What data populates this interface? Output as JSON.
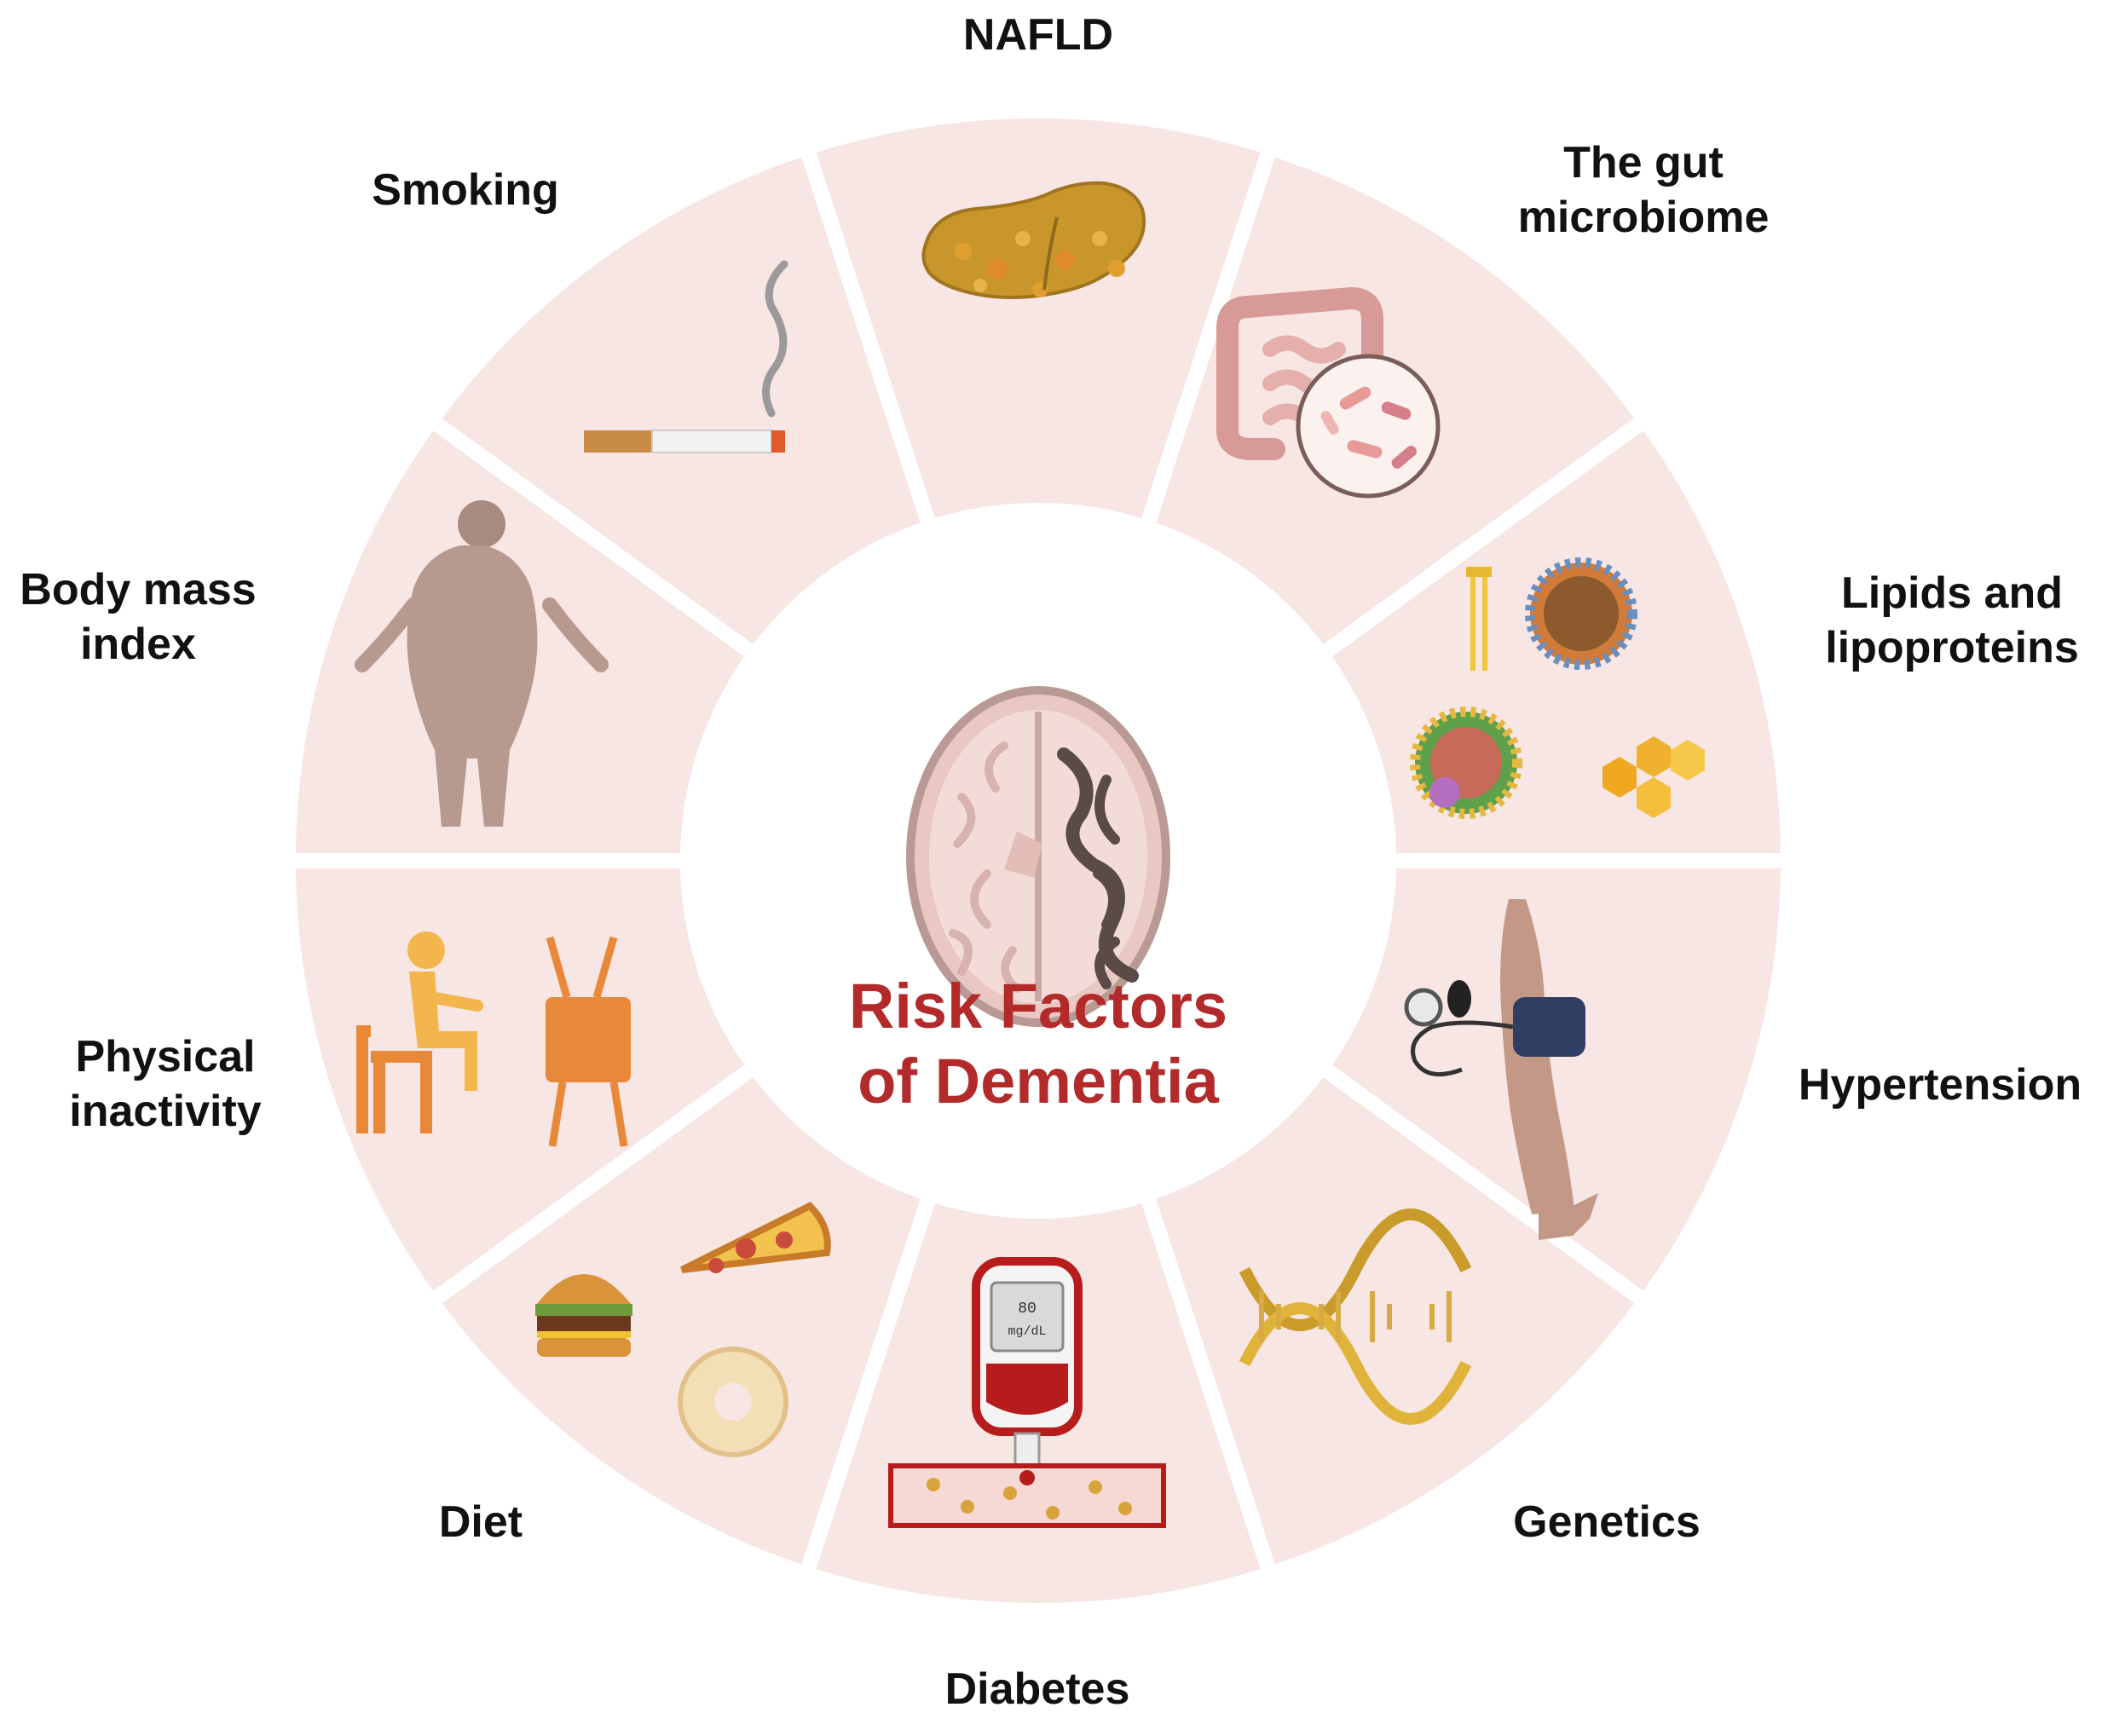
{
  "center": {
    "title": "Risk Factors\nof Dementia",
    "title_color": "#b22a2a"
  },
  "colors": {
    "segment_fill": "#f7e6e4",
    "gap": "#ffffff"
  },
  "factors": [
    {
      "id": "nafld",
      "label": "NAFLD",
      "icon": "fatty-liver-icon"
    },
    {
      "id": "gut",
      "label": "The gut\nmicrobiome",
      "icon": "intestine-bacteria-icon"
    },
    {
      "id": "lipids",
      "label": "Lipids and\nlipoproteins",
      "icon": "lipoprotein-icon"
    },
    {
      "id": "hypertension",
      "label": "Hypertension",
      "icon": "blood-pressure-cuff-icon"
    },
    {
      "id": "genetics",
      "label": "Genetics",
      "icon": "dna-helix-icon"
    },
    {
      "id": "diabetes",
      "label": "Diabetes",
      "icon": "glucose-meter-icon",
      "meter_value": "80",
      "meter_unit": "mg/dL"
    },
    {
      "id": "diet",
      "label": "Diet",
      "icon": "junk-food-icon"
    },
    {
      "id": "physical",
      "label": "Physical\ninactivity",
      "icon": "sedentary-tv-icon"
    },
    {
      "id": "bmi",
      "label": "Body mass\nindex",
      "icon": "obese-person-icon"
    },
    {
      "id": "smoking",
      "label": "Smoking",
      "icon": "cigarette-icon"
    }
  ]
}
